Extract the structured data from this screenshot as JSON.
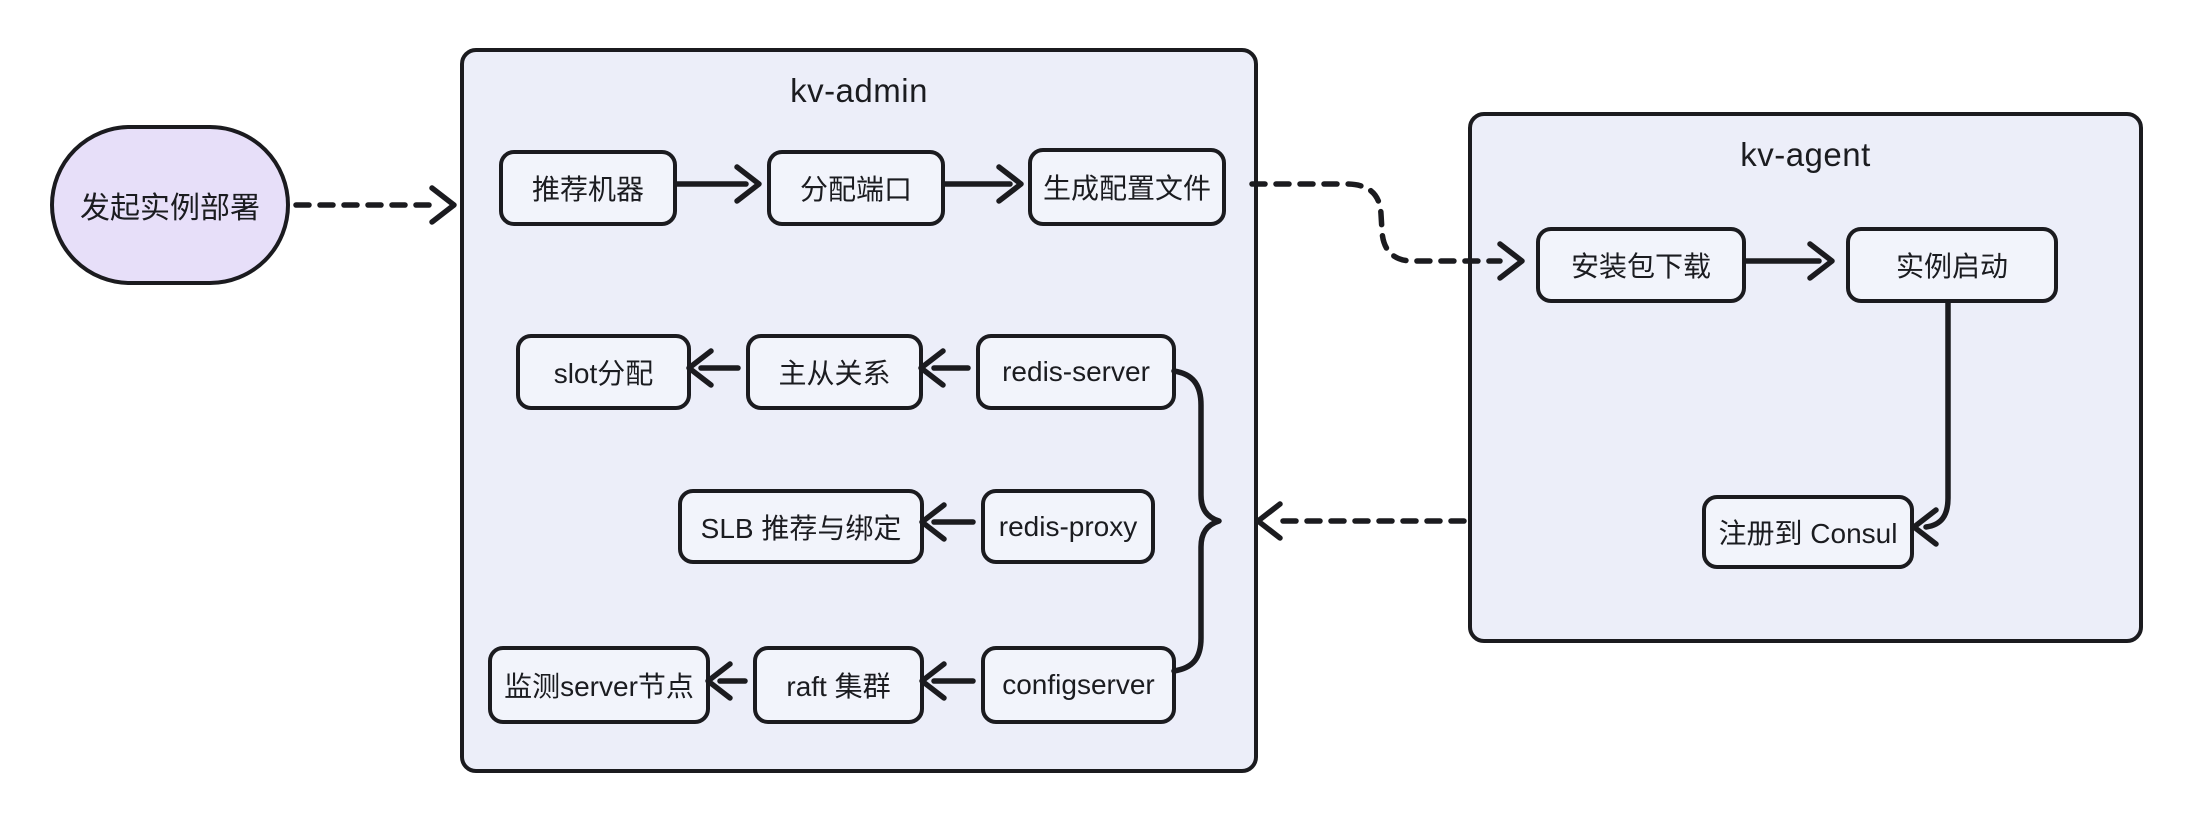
{
  "colors": {
    "canvas_bg": "#ffffff",
    "container_fill": "#eceef9",
    "node_fill": "#f2f4fb",
    "start_fill": "#e7dff9",
    "stroke": "#1b1b1f",
    "text": "#1b1c20"
  },
  "start": {
    "label": "发起实例部署"
  },
  "kv_admin": {
    "title": "kv-admin",
    "nodes": {
      "recommend": "推荐机器",
      "assign_port": "分配端口",
      "gen_config": "生成配置文件",
      "slot": "slot分配",
      "master_slave": "主从关系",
      "redis_server": "redis-server",
      "slb": "SLB 推荐与绑定",
      "redis_proxy": "redis-proxy",
      "monitor": "监测server节点",
      "raft": "raft 集群",
      "configserver": "configserver"
    }
  },
  "kv_agent": {
    "title": "kv-agent",
    "nodes": {
      "download": "安装包下载",
      "start_instance": "实例启动",
      "register_consul": "注册到 Consul"
    }
  }
}
